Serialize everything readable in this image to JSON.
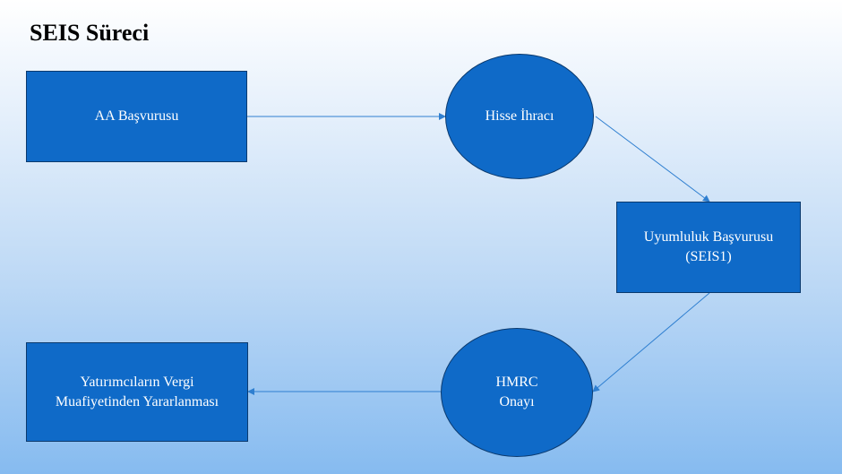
{
  "title": "SEIS Süreci",
  "colors": {
    "node_fill": "#0f6ac8",
    "node_border": "#0b3a6e",
    "connector": "#2f7fd0",
    "text": "#ffffff"
  },
  "nodes": [
    {
      "id": "aa",
      "shape": "rectangle",
      "label": "AA Başvurusu"
    },
    {
      "id": "hisse",
      "shape": "ellipse",
      "label": "Hisse İhracı"
    },
    {
      "id": "uyum",
      "shape": "rectangle",
      "label": "Uyumluluk Başvurusu\n(SEIS1)"
    },
    {
      "id": "hmrc",
      "shape": "ellipse",
      "label": "HMRC\nOnayı"
    },
    {
      "id": "yatirim",
      "shape": "rectangle",
      "label": "Yatırımcıların Vergi\nMuafiyetinden Yararlanması"
    }
  ],
  "edges": [
    {
      "from": "aa",
      "to": "hisse"
    },
    {
      "from": "hisse",
      "to": "uyum"
    },
    {
      "from": "uyum",
      "to": "hmrc"
    },
    {
      "from": "hmrc",
      "to": "yatirim"
    }
  ]
}
